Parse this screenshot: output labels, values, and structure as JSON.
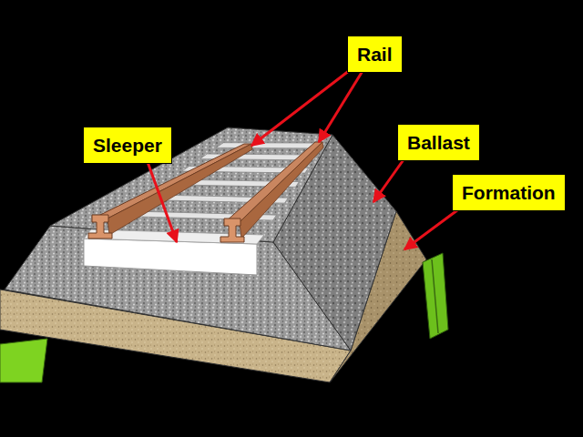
{
  "diagram": {
    "nodes": [
      {
        "text": [
          "Rail"
        ]
      },
      {
        "text": [
          "Sleeper"
        ]
      },
      {
        "text": [
          "Ballast"
        ]
      },
      {
        "text": [
          "Formation"
        ]
      }
    ]
  }
}
